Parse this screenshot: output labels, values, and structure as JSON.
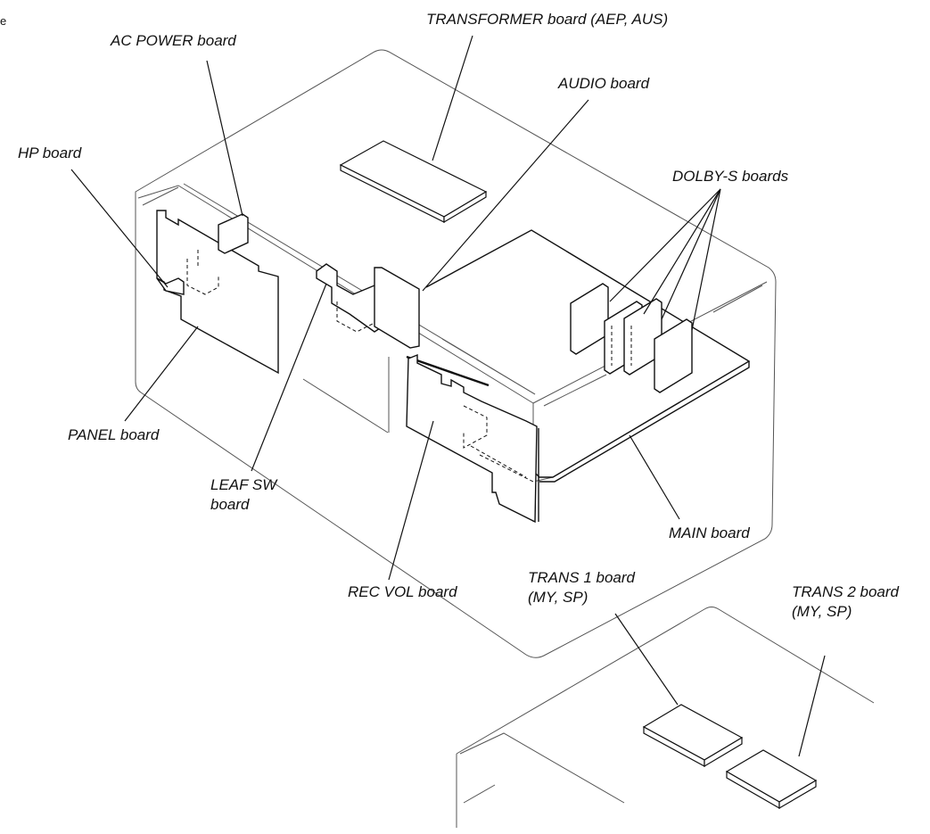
{
  "corner_fragment": "e",
  "labels": {
    "ac_power": "AC POWER board",
    "transformer": "TRANSFORMER board (AEP, AUS)",
    "audio": "AUDIO board",
    "hp": "HP board",
    "dolby_s": "DOLBY-S boards",
    "panel": "PANEL board",
    "leaf_sw_line1": "LEAF SW",
    "leaf_sw_line2": "board",
    "main": "MAIN board",
    "rec_vol": "REC VOL board",
    "trans1_line1": "TRANS 1 board",
    "trans1_line2": "(MY, SP)",
    "trans2_line1": "TRANS 2 board",
    "trans2_line2": "(MY, SP)"
  }
}
